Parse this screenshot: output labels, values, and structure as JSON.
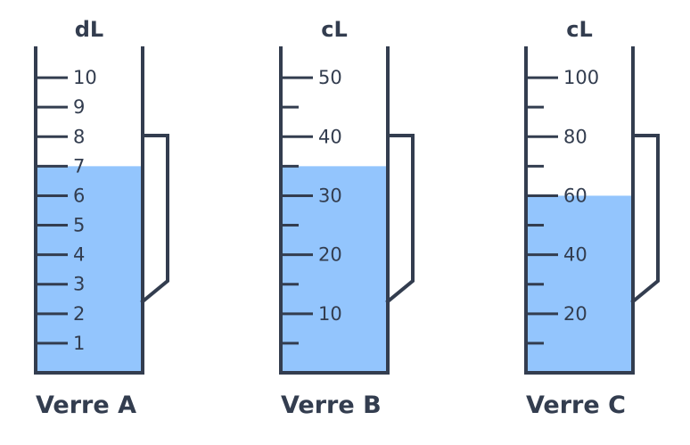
{
  "colors": {
    "liquid": "#93c5fd",
    "outline": "#333d4f",
    "text": "#333d4f",
    "background": "#ffffff"
  },
  "glasses": [
    {
      "name": "Verre A",
      "unit": "dL",
      "max": 11,
      "level": 7,
      "ticks": [
        {
          "value": 1,
          "label": "1"
        },
        {
          "value": 2,
          "label": "2"
        },
        {
          "value": 3,
          "label": "3"
        },
        {
          "value": 4,
          "label": "4"
        },
        {
          "value": 5,
          "label": "5"
        },
        {
          "value": 6,
          "label": "6"
        },
        {
          "value": 7,
          "label": "7"
        },
        {
          "value": 8,
          "label": "8"
        },
        {
          "value": 9,
          "label": "9"
        },
        {
          "value": 10,
          "label": "10"
        }
      ]
    },
    {
      "name": "Verre B",
      "unit": "cL",
      "max": 55,
      "level": 35,
      "ticks": [
        {
          "value": 5,
          "label": ""
        },
        {
          "value": 10,
          "label": "10"
        },
        {
          "value": 15,
          "label": ""
        },
        {
          "value": 20,
          "label": "20"
        },
        {
          "value": 25,
          "label": ""
        },
        {
          "value": 30,
          "label": "30"
        },
        {
          "value": 35,
          "label": ""
        },
        {
          "value": 40,
          "label": "40"
        },
        {
          "value": 45,
          "label": ""
        },
        {
          "value": 50,
          "label": "50"
        }
      ]
    },
    {
      "name": "Verre C",
      "unit": "cL",
      "max": 110,
      "level": 60,
      "ticks": [
        {
          "value": 10,
          "label": ""
        },
        {
          "value": 20,
          "label": "20"
        },
        {
          "value": 30,
          "label": ""
        },
        {
          "value": 40,
          "label": "40"
        },
        {
          "value": 50,
          "label": ""
        },
        {
          "value": 60,
          "label": "60"
        },
        {
          "value": 70,
          "label": ""
        },
        {
          "value": 80,
          "label": "80"
        },
        {
          "value": 90,
          "label": ""
        },
        {
          "value": 100,
          "label": "100"
        }
      ]
    }
  ]
}
